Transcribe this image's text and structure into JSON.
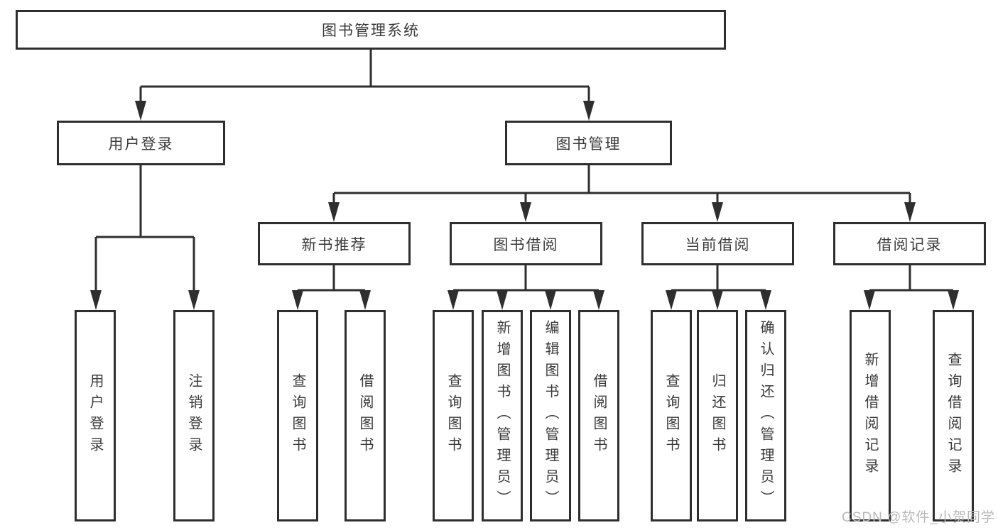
{
  "diagram": {
    "root": {
      "label": "图书管理系统"
    },
    "children": [
      {
        "label": "用户登录",
        "children": [
          {
            "label": "用户登录"
          },
          {
            "label": "注销登录"
          }
        ]
      },
      {
        "label": "图书管理",
        "children": [
          {
            "label": "新书推荐",
            "children": [
              {
                "label": "查询图书"
              },
              {
                "label": "借阅图书"
              }
            ]
          },
          {
            "label": "图书借阅",
            "children": [
              {
                "label": "查询图书"
              },
              {
                "label": "新增图书（管理员）"
              },
              {
                "label": "编辑图书（管理员）"
              },
              {
                "label": "借阅图书"
              }
            ]
          },
          {
            "label": "当前借阅",
            "children": [
              {
                "label": "查询图书"
              },
              {
                "label": "归还图书"
              },
              {
                "label": "确认归还（管理员）"
              }
            ]
          },
          {
            "label": "借阅记录",
            "children": [
              {
                "label": "新增借阅记录"
              },
              {
                "label": "查询借阅记录"
              }
            ]
          }
        ]
      }
    ]
  },
  "watermark": {
    "text": "CSDN @软件_小贺同学"
  },
  "colors": {
    "line": "#2e2e2e",
    "text": "#3a3a3a",
    "watermark": "#b9b9b9",
    "background": "#ffffff"
  }
}
